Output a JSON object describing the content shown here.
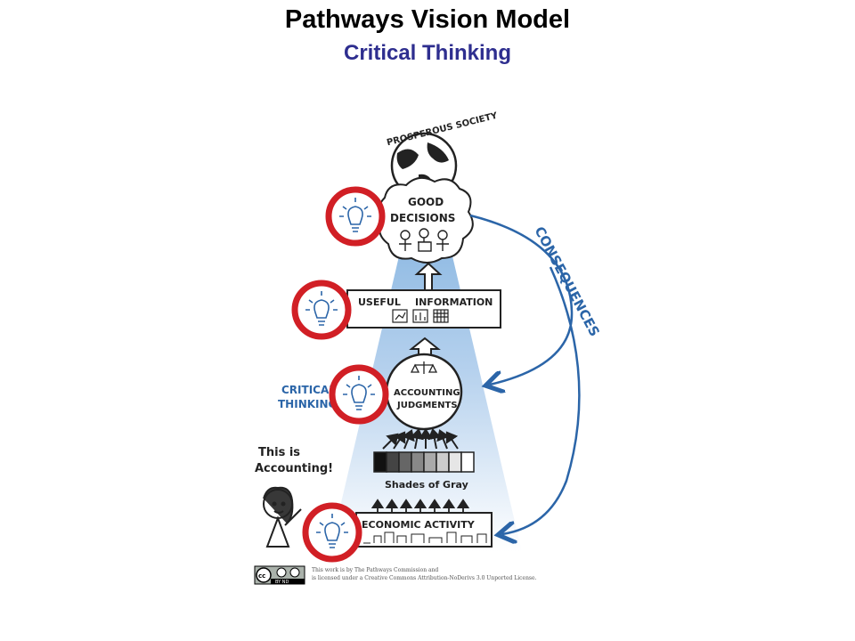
{
  "header": {
    "title": "Pathways Vision Model",
    "subtitle": "Critical Thinking"
  },
  "colors": {
    "title": "#000000",
    "subtitle": "#2e2e8f",
    "arrow_blue": "#2b65a8",
    "beam_blue": "#5b9bd5",
    "marker_red": "#d11f25",
    "ink": "#222222"
  },
  "diagram": {
    "top_label": "PROSPEROUS SOCIETY",
    "good_decisions": [
      "GOOD",
      "DECISIONS"
    ],
    "useful_information": [
      "USEFUL",
      "INFORMATION"
    ],
    "accounting_judgments": [
      "ACCOUNTING",
      "JUDGMENTS"
    ],
    "shades_of_gray": "Shades of Gray",
    "economic_activity": "ECONOMIC ACTIVITY",
    "consequences": "CONSEQUENCES",
    "critical_thinking": [
      "CRITICAL",
      "THINKING"
    ],
    "speech": [
      "This is",
      "Accounting!"
    ]
  },
  "license": {
    "badge": "BY ND",
    "line1": "This work is by The Pathways Commission and",
    "line2": "is licensed under a Creative Commons Attribution-NoDerivs 3.0 Unported License."
  }
}
